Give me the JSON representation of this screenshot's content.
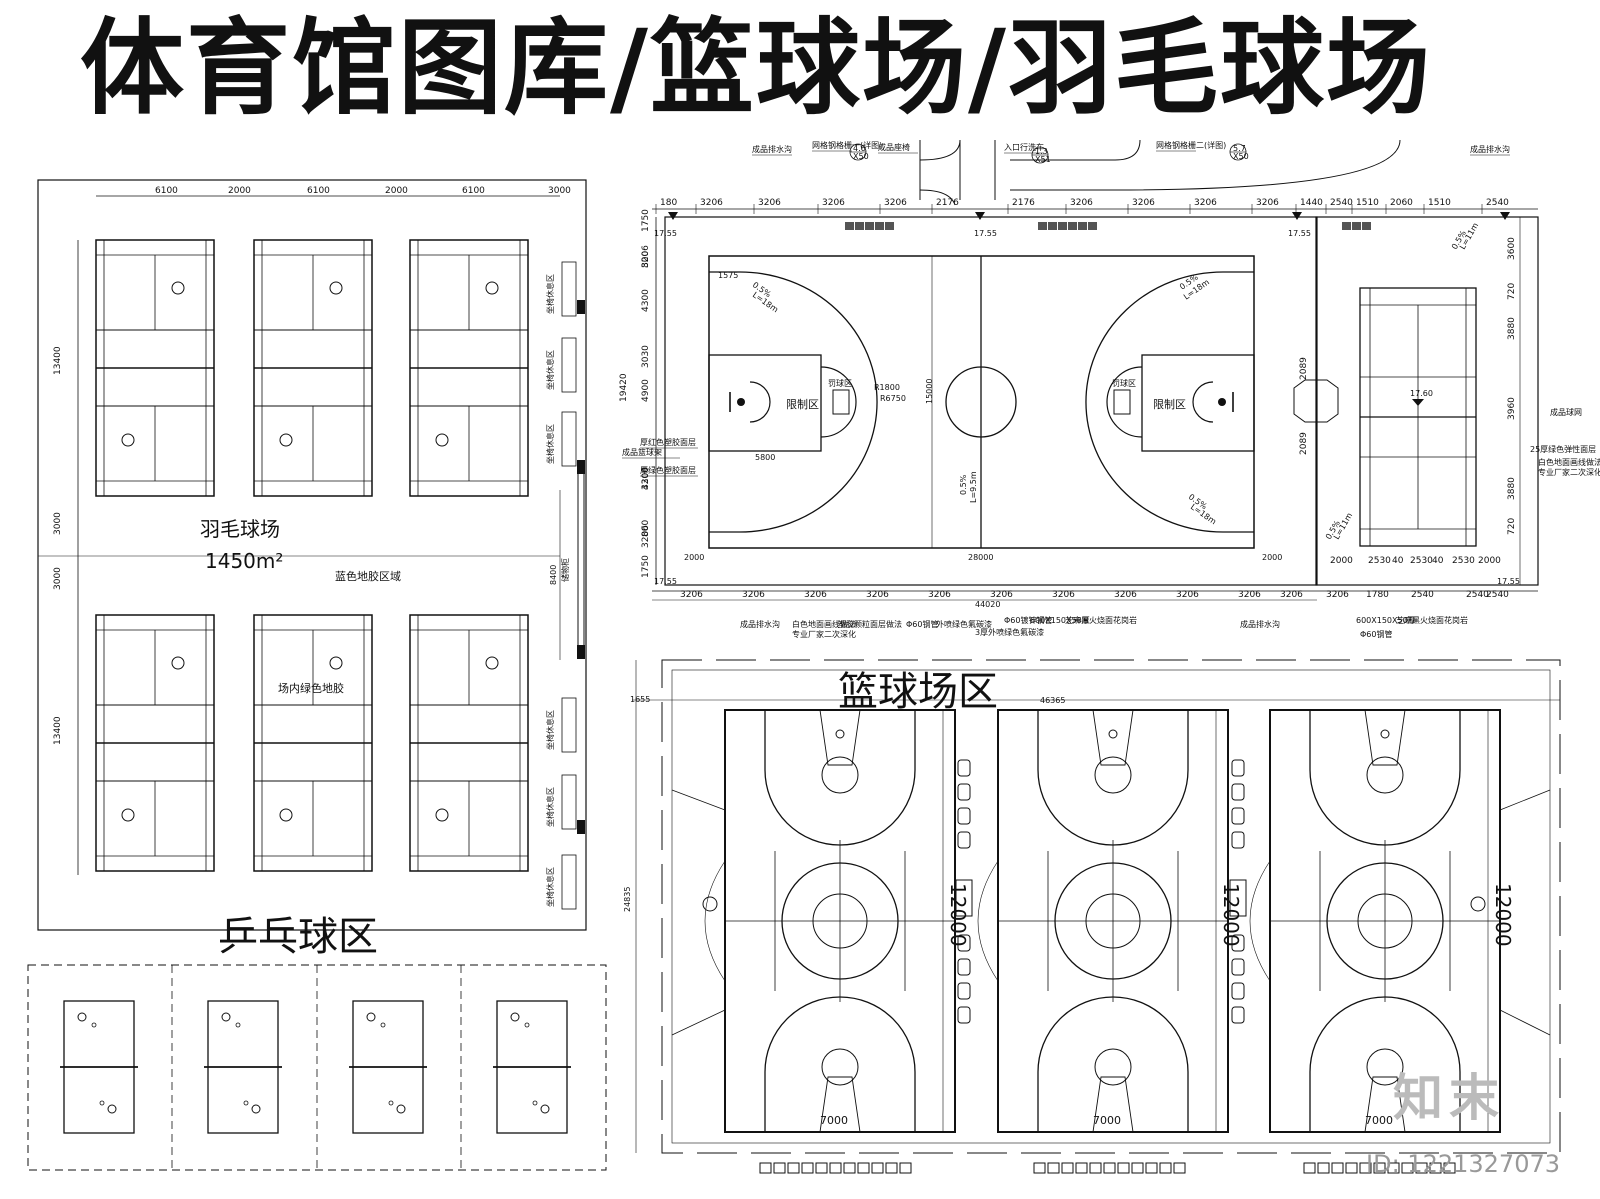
{
  "title": "体育馆图库/篮球场/羽毛球场",
  "badminton": {
    "area_label": "羽毛球场",
    "area_value": "1450m²",
    "blue_zone": "蓝色地胶区域",
    "green_zone": "场内绿色地胶",
    "seat_label": "坐椅休息区",
    "storage_label": "储物柜",
    "top_dims": [
      "6100",
      "2000",
      "6100",
      "2000",
      "6100",
      "3000"
    ],
    "left_dims": [
      "13400",
      "3000",
      "3000",
      "13400"
    ],
    "mid_dim": "8400"
  },
  "pingpong": {
    "label": "乒乓球区"
  },
  "plan": {
    "top_dims": [
      "180",
      "3206",
      "3206",
      "3206",
      "3206",
      "2176",
      "2176",
      "3206",
      "3206",
      "3206",
      "3206",
      "1440",
      "2540",
      "1510",
      "2060",
      "1510",
      "2540"
    ],
    "bottom_dims": [
      "3206",
      "3206",
      "3206",
      "3206",
      "3206",
      "3206",
      "3206",
      "3206",
      "3206",
      "3206",
      "3206",
      "3206",
      "1780",
      "2540",
      "2540",
      "2540"
    ],
    "total_dim": "44020",
    "court_len": "28000",
    "court_w": "15000",
    "restricted_zone": "限制区",
    "free_throw": "罚球区",
    "radius_a": "R1800",
    "radius_b": "R6750",
    "dim_5800": "5800",
    "dim_1575": "1575",
    "dim_2000": "2000",
    "left_dims": [
      "1750",
      "3206",
      "800",
      "4300",
      "3030",
      "19420",
      "4900",
      "3206",
      "4300",
      "800",
      "3206",
      "1750"
    ],
    "elev_a": "17.55",
    "elev_b": "17.60",
    "slope": "0.5%",
    "slope_len": "L=18m",
    "slope_len2": "L=9.5m",
    "slope_len3": "L=11m",
    "right_dims": [
      "3600",
      "720",
      "3880",
      "3960",
      "3880",
      "720",
      "2089",
      "2089"
    ],
    "right_bottom": [
      "2000",
      "2530",
      "40",
      "2530",
      "40",
      "2530",
      "2000"
    ],
    "notes_top": [
      "成品排水沟",
      "网格钢格栅一(详图)",
      "成品座椅",
      "入口行洗车",
      "网格钢格栅二(详图)",
      "成品排水沟"
    ],
    "notes_bottom": [
      "成品排水沟",
      "白色地面画线做法",
      "专业厂家二次深化",
      "塑胶颗粒面层做法",
      "Φ60钢管",
      "外喷绿色氟碳漆",
      "3厚外喷绿色氟碳漆",
      "Φ60镀锌钢管",
      "600X150X50厚",
      "芝麻黑火烧面花岗岩",
      "成品排水沟",
      "600X150X50厚",
      "芝麻黑火烧面花岗岩",
      "Φ60钢管"
    ],
    "notes_left": [
      "成品篮球架",
      "厚红色塑胶面层",
      "厚绿色塑胶面层"
    ],
    "notes_right": [
      "成品球网",
      "25厚绿色弹性面层",
      "白色地面画线做法",
      "专业厂家二次深化"
    ],
    "callout_a": "4.6",
    "callout_a_sub": "X50",
    "callout_b": "1.3",
    "callout_b_sub": "X51",
    "callout_c": "5.7",
    "callout_c_sub": "X50"
  },
  "basketball": {
    "label": "篮球场区",
    "dim_total_w": "46365",
    "dim_left": "1655",
    "dim_h": "24835",
    "court_width": "12000",
    "key_width": "7000"
  },
  "brand": {
    "logo": "知末",
    "id": "ID: 1221327073"
  },
  "colors": {
    "line": "#111111",
    "watermark": "#bbbbbb"
  }
}
